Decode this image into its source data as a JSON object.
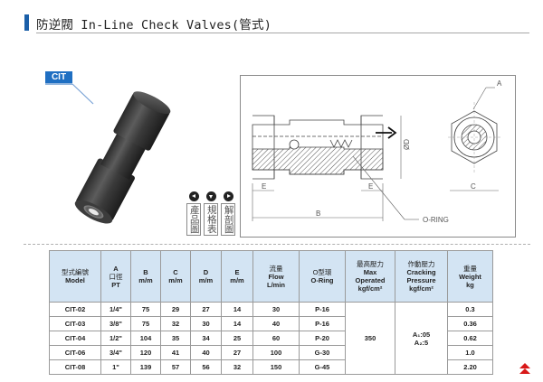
{
  "header": {
    "title": "防逆閥 In-Line Check Valves(管式)"
  },
  "product": {
    "tag": "CIT"
  },
  "nav": {
    "items": [
      {
        "icon": "left-arrow-circle-icon",
        "label": "產品圖"
      },
      {
        "icon": "down-arrow-circle-icon",
        "label": "規格表"
      },
      {
        "icon": "right-arrow-circle-icon",
        "label": "解剖圖"
      }
    ]
  },
  "drawing": {
    "labels": {
      "a": "A",
      "e_left": "E",
      "e_right": "E",
      "d": "ØD",
      "c": "C",
      "b": "B",
      "oring": "O-RING"
    }
  },
  "table": {
    "headers": {
      "model": {
        "zh": "型式編號",
        "en": "Model"
      },
      "pt": {
        "a": "A",
        "zh": "口徑",
        "en": "PT"
      },
      "b": {
        "en": "B",
        "unit": "m/m"
      },
      "c": {
        "en": "C",
        "unit": "m/m"
      },
      "d": {
        "en": "D",
        "unit": "m/m"
      },
      "e": {
        "en": "E",
        "unit": "m/m"
      },
      "flow": {
        "zh": "流量",
        "en": "Flow",
        "unit": "L/min"
      },
      "oring": {
        "zh": "O型環",
        "en": "O-Ring"
      },
      "pressure": {
        "zh": "最高壓力",
        "en1": "Max",
        "en2": "Operated",
        "unit": "kgf/cm²"
      },
      "cracking": {
        "zh": "作動壓力",
        "en1": "Cracking",
        "en2": "Pressure",
        "unit": "kgf/cm²"
      },
      "weight": {
        "zh": "重量",
        "en": "Weight",
        "unit": "kg"
      }
    },
    "rows": [
      {
        "model": "CIT-02",
        "pt": "1/4\"",
        "b": "75",
        "c": "29",
        "d": "27",
        "e": "14",
        "flow": "30",
        "oring": "P-16",
        "weight": "0.3"
      },
      {
        "model": "CIT-03",
        "pt": "3/8\"",
        "b": "75",
        "c": "32",
        "d": "30",
        "e": "14",
        "flow": "40",
        "oring": "P-16",
        "weight": "0.36"
      },
      {
        "model": "CIT-04",
        "pt": "1/2\"",
        "b": "104",
        "c": "35",
        "d": "34",
        "e": "25",
        "flow": "60",
        "oring": "P-20",
        "weight": "0.62"
      },
      {
        "model": "CIT-06",
        "pt": "3/4\"",
        "b": "120",
        "c": "41",
        "d": "40",
        "e": "27",
        "flow": "100",
        "oring": "G-30",
        "weight": "1.0"
      },
      {
        "model": "CIT-08",
        "pt": "1\"",
        "b": "139",
        "c": "57",
        "d": "56",
        "e": "32",
        "flow": "150",
        "oring": "G-45",
        "weight": "2.20"
      }
    ],
    "max_pressure": "350",
    "cracking_a1": "A₁:05",
    "cracking_a2": "A₂:5"
  },
  "colors": {
    "accent": "#1b5fa8",
    "tag": "#1f6fc2",
    "table_header": "#d3e4f3",
    "up_arrow": "#d81818"
  }
}
